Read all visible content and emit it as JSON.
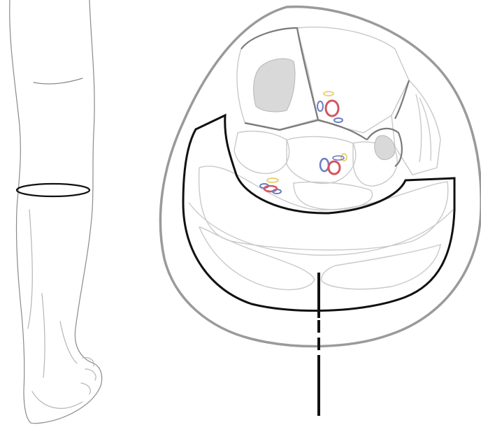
{
  "figure": {
    "leg_view": "posterior",
    "section_level_marker": "ellipse",
    "cross_section": {
      "outer_skin": "gray",
      "compartment_outline": "black",
      "incision_line": "solid-then-dashed"
    }
  },
  "colors": {
    "outline": "#9a9a9a",
    "thin_line": "#c9c9c9",
    "bold_line": "#111111",
    "bone_fill": "#d9d9d9",
    "artery": "#d4555f",
    "vein": "#6a7cc4",
    "nerve": "#e8d37a"
  }
}
